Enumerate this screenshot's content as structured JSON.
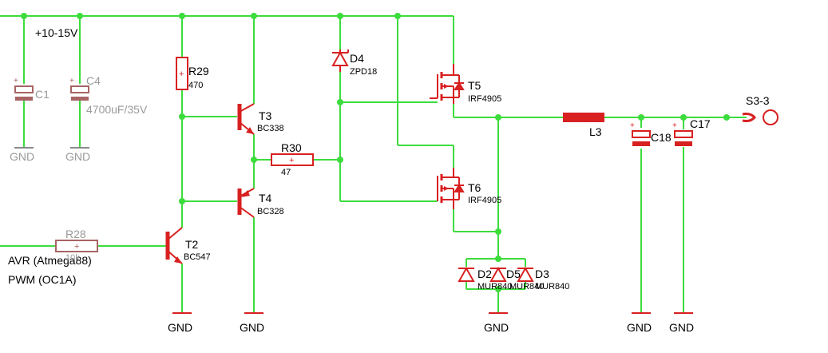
{
  "colors": {
    "wire": "#3cdc3c",
    "part": "#d82020",
    "dim_part": "#a86464",
    "text": "#000000",
    "dim_text": "#9a9a9a",
    "gnd": "#8a8a8a"
  },
  "supply_label": "+10-15V",
  "input_label": {
    "line1": "AVR (Atmega88)",
    "line2": "PWM (OC1A)"
  },
  "gnd_label": "GND",
  "components": {
    "c1": {
      "name": "C1"
    },
    "c4": {
      "name": "C4",
      "value": "4700uF/35V"
    },
    "r29": {
      "name": "R29",
      "value": "470"
    },
    "r30": {
      "name": "R30",
      "value": "47"
    },
    "r28": {
      "name": "R28",
      "value": "10k"
    },
    "t3": {
      "name": "T3",
      "value": "BC338"
    },
    "t4": {
      "name": "T4",
      "value": "BC328"
    },
    "t2": {
      "name": "T2",
      "value": "BC547"
    },
    "d4": {
      "name": "D4",
      "value": "ZPD18"
    },
    "t5": {
      "name": "T5",
      "value": "IRF4905"
    },
    "t6": {
      "name": "T6",
      "value": "IRF4905"
    },
    "l3": {
      "name": "L3"
    },
    "c18": {
      "name": "C18"
    },
    "c17": {
      "name": "C17"
    },
    "s3": {
      "name": "S3-3"
    },
    "d2": {
      "name": "D2",
      "value": "MUR840"
    },
    "d5": {
      "name": "D5",
      "value": "MUR840"
    },
    "d3": {
      "name": "D3",
      "value": "MUR840"
    }
  }
}
